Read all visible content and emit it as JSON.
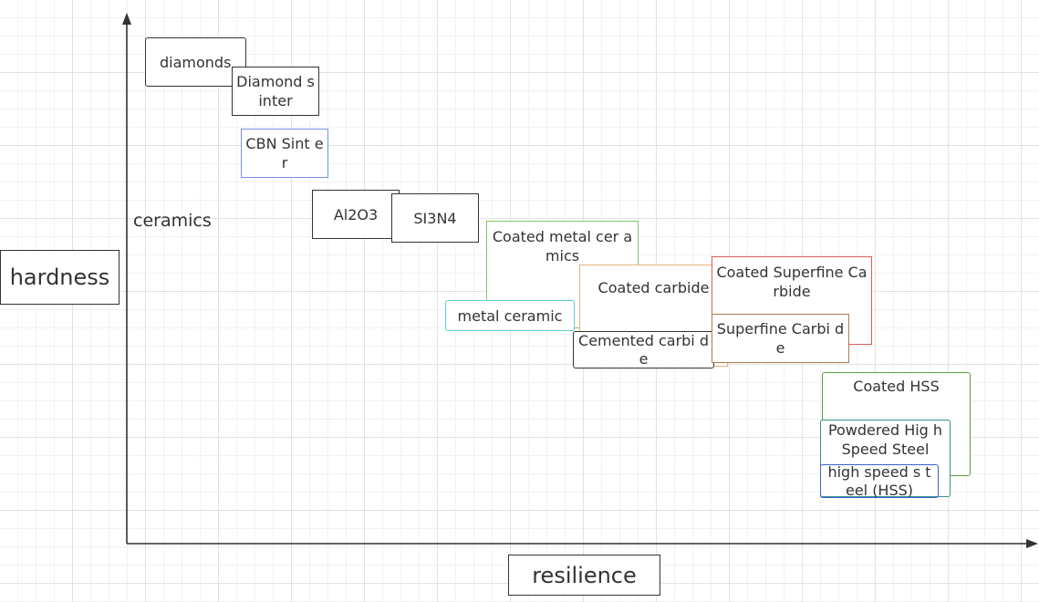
{
  "axes": {
    "y_label": "hardness",
    "x_label": "resilience"
  },
  "category_label": "ceramics",
  "materials": {
    "diamonds": "diamonds",
    "diamond_sinter": "Diamond sinter",
    "cbn_sinter": "CBN Sint er",
    "al2o3": "Al2O3",
    "si3n4": "SI3N4",
    "coated_metal_ceramics": "Coated metal cer amics",
    "metal_ceramic": "metal ceramic",
    "coated_carbide": "Coated carbide",
    "cemented_carbide": "Cemented carbi de",
    "coated_superfine_carbide": "Coated Superfine Carbide",
    "superfine_carbide": "Superfine Carbi de",
    "coated_hss": "Coated HSS",
    "powdered_hss": "Powdered Hig h Speed Steel",
    "hss": "high speed s teel (HSS)"
  },
  "colors": {
    "default_border": "#333333",
    "cbn_sinter": "#7b8ee3",
    "coated_metal_ceramics": "#82c866",
    "metal_ceramic": "#5ccbcb",
    "coated_carbide": "#e8b47a",
    "coated_superfine_carbide": "#e05a5a",
    "superfine_carbide": "#a97c55",
    "coated_hss": "#5a9e40",
    "powdered_hss": "#3a8e88",
    "hss": "#3c5fd8"
  }
}
